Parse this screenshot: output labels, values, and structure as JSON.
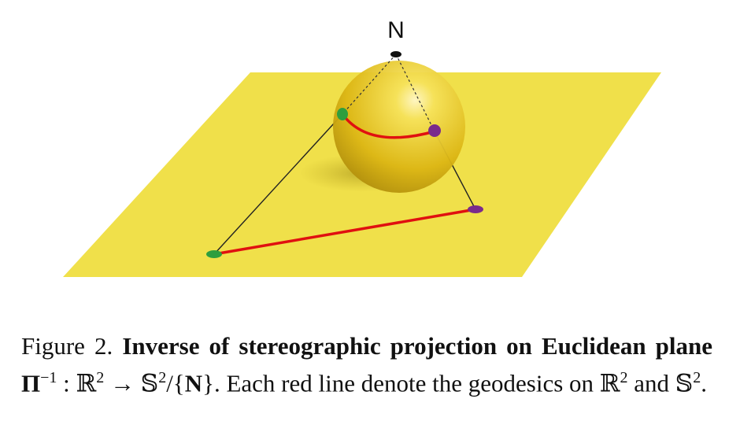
{
  "figure": {
    "north_label": "N",
    "colors": {
      "plane": "#f0e04a",
      "sphere": "#e6c619",
      "geodesic": "#e01010",
      "point_green": "#2e9e3e",
      "point_purple": "#7a2a8c",
      "pole": "#111111"
    }
  },
  "caption": {
    "prefix": "Figure 2.",
    "title_bold": "Inverse of stereographic projection on Euclidean plane",
    "map_symbol": "Π",
    "map_exponent": "−1",
    "map_domain": " : ℝ",
    "map_domain_exp": "2",
    "map_arrow": " → 𝕊",
    "map_codomain_exp": "2",
    "map_quotient_open": "/{",
    "map_quotient_point": "N",
    "map_quotient_close": "}",
    "sentence": ". Each red line denote the geodesics on ℝ",
    "sentence_exp1": "2",
    "sentence_mid": " and 𝕊",
    "sentence_exp2": "2",
    "sentence_end": "."
  }
}
